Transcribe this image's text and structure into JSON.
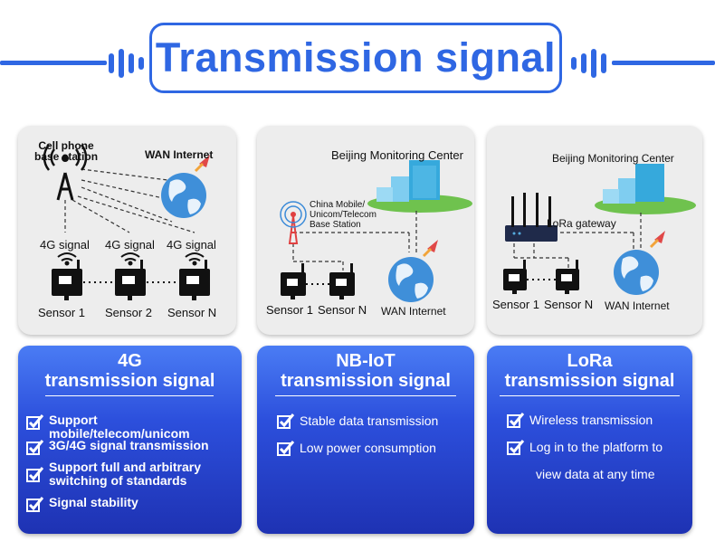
{
  "header": {
    "title": "Transmission signal"
  },
  "colors": {
    "accent": "#2f67e3",
    "card_top": "#4a7cf4",
    "card_bottom": "#1e32b3",
    "panel": "#ededed"
  },
  "panel_4g": {
    "base_station": "Cell phone\nbase station",
    "wan": "WAN Internet",
    "signal_1": "4G signal",
    "signal_2": "4G signal",
    "signal_3": "4G signal",
    "sensor_1": "Sensor 1",
    "sensor_2": "Sensor 2",
    "sensor_n": "Sensor N"
  },
  "panel_nbiot": {
    "center": "Beijing Monitoring Center",
    "base_station": "China Mobile/\nUnicom/Telecom\nBase Station",
    "sensor_1": "Sensor 1",
    "sensor_n": "Sensor N",
    "wan": "WAN Internet"
  },
  "panel_lora": {
    "center": "Beijing Monitoring Center",
    "gateway": "LoRa gateway",
    "sensor_1": "Sensor 1",
    "sensor_n": "Sensor N",
    "wan": "WAN Internet"
  },
  "cards": {
    "c4g": {
      "title1": "4G",
      "title2": "transmission signal",
      "features": [
        "Support mobile/telecom/unicom",
        "3G/4G signal transmission",
        "Support full and arbitrary\nswitching of standards",
        "Signal stability"
      ]
    },
    "nbiot": {
      "title1": "NB-IoT",
      "title2": "transmission signal",
      "features": [
        "Stable data transmission",
        "Low power consumption"
      ]
    },
    "lora": {
      "title1": "LoRa",
      "title2": "transmission signal",
      "features": [
        "Wireless transmission",
        "Log in to the platform to",
        "view data at any time"
      ]
    }
  }
}
